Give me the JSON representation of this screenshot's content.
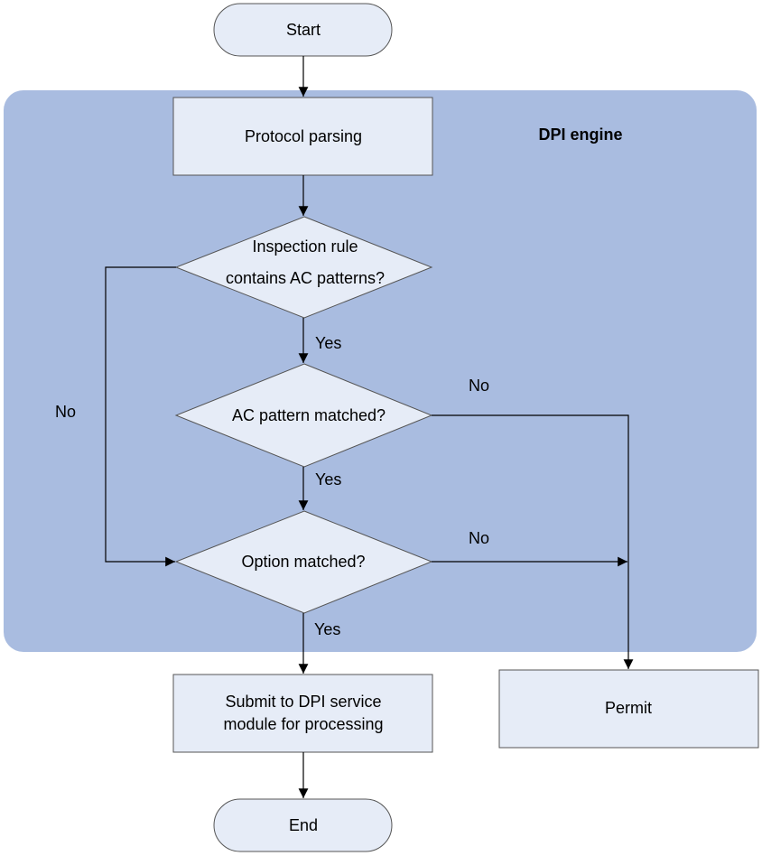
{
  "diagram": {
    "region": {
      "label": "DPI engine"
    },
    "nodes": {
      "start": "Start",
      "protocol_parsing": "Protocol parsing",
      "inspection_rule_line1": "Inspection rule",
      "inspection_rule_line2": "contains AC patterns?",
      "ac_pattern_matched": "AC pattern matched?",
      "option_matched": "Option matched?",
      "submit_line1": "Submit to DPI service",
      "submit_line2": "module for processing",
      "permit": "Permit",
      "end": "End"
    },
    "edge_labels": {
      "yes_inspection": "Yes",
      "yes_ac": "Yes",
      "yes_option": "Yes",
      "no_inspection": "No",
      "no_ac": "No",
      "no_option": "No"
    }
  },
  "colors": {
    "region_fill": "#a9bce0",
    "node_fill": "#e6ecf7",
    "stroke": "#555555"
  }
}
